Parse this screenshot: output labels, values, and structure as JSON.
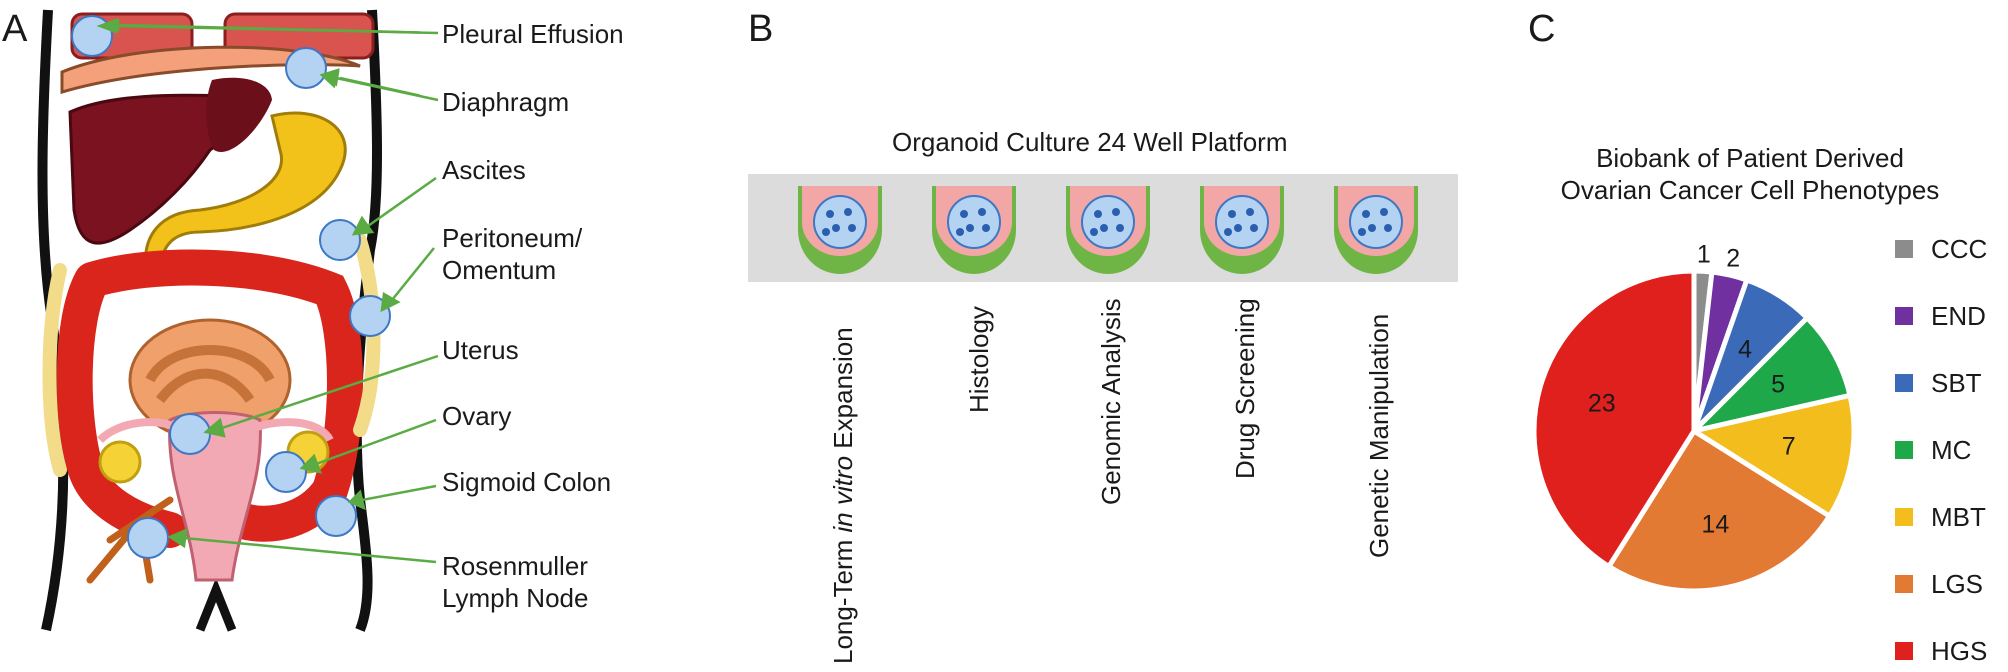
{
  "panels": {
    "a": "A",
    "b": "B",
    "c": "C"
  },
  "anatomy": {
    "labels": [
      {
        "key": "pleural",
        "lines": [
          "Pleural Effusion"
        ]
      },
      {
        "key": "diaphragm",
        "lines": [
          "Diaphragm"
        ]
      },
      {
        "key": "ascites",
        "lines": [
          "Ascites"
        ]
      },
      {
        "key": "peritoneum",
        "lines": [
          "Peritoneum/",
          "Omentum"
        ]
      },
      {
        "key": "uterus",
        "lines": [
          "Uterus"
        ]
      },
      {
        "key": "ovary",
        "lines": [
          "Ovary"
        ]
      },
      {
        "key": "sigmoid",
        "lines": [
          "Sigmoid Colon"
        ]
      },
      {
        "key": "rosenmuller",
        "lines": [
          "Rosenmuller",
          "Lymph Node"
        ]
      }
    ]
  },
  "organoid": {
    "title": "Organoid Culture 24 Well Platform",
    "applications": [
      {
        "pre": "Long-Term ",
        "italic": "in vitro",
        "post": " Expansion"
      },
      {
        "pre": "Histology",
        "italic": "",
        "post": ""
      },
      {
        "pre": "Genomic Analysis",
        "italic": "",
        "post": ""
      },
      {
        "pre": "Drug Screening",
        "italic": "",
        "post": ""
      },
      {
        "pre": "Genetic Manipulation",
        "italic": "",
        "post": ""
      }
    ]
  },
  "chart_data": {
    "type": "pie",
    "title": "Biobank of Patient Derived Ovarian Cancer Cell Phenotypes",
    "title_lines": [
      "Biobank of Patient Derived",
      "Ovarian Cancer Cell Phenotypes"
    ],
    "categories": [
      "CCC",
      "END",
      "SBT",
      "MC",
      "MBT",
      "LGS",
      "HGS"
    ],
    "values": [
      1,
      2,
      4,
      5,
      7,
      14,
      23
    ],
    "colors": [
      "#8c8c8c",
      "#7030a0",
      "#3b6ab8",
      "#1fa84a",
      "#f2bd1d",
      "#e27a33",
      "#e0201c"
    ],
    "legend_position": "right"
  }
}
